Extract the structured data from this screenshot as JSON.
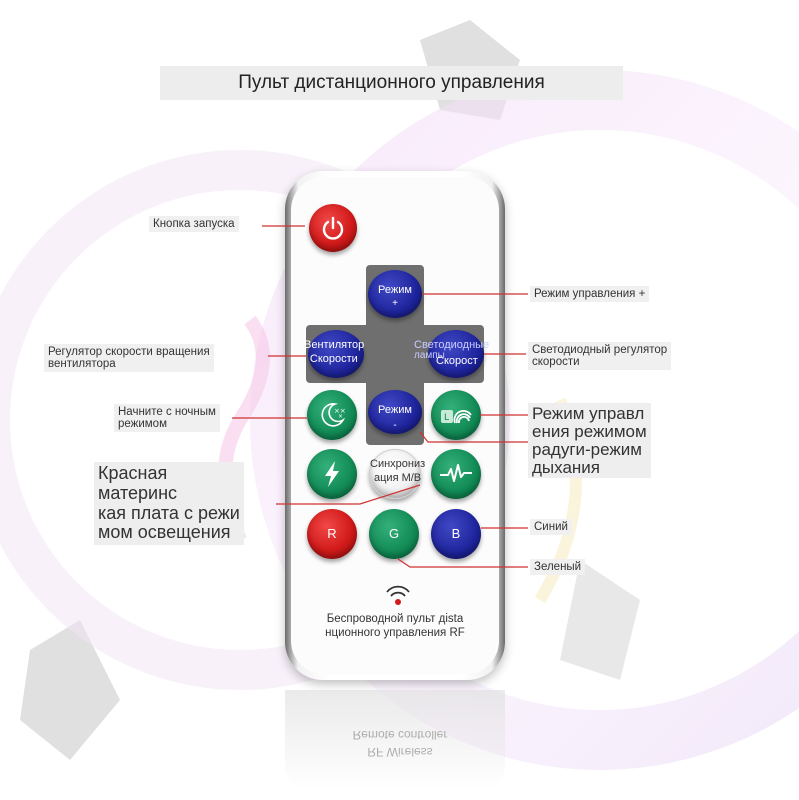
{
  "title": "Пульт дистанционного управления",
  "buttons": {
    "mode_plus": {
      "line1": "Режим",
      "line2": "+"
    },
    "mode_minus": {
      "line1": "Режим",
      "line2": "-"
    },
    "fan_speed": {
      "line1": "Вентилятор",
      "line2": "| Скорости"
    },
    "led_speed": {
      "line1": "Светодиодные",
      "line2": "лампы",
      "line3": "Скорост"
    },
    "l_button": "L",
    "sync_button": {
      "line1": "Синхрониз",
      "line2": "ация M/B"
    },
    "r_button": "R",
    "g_button": "G",
    "b_button": "B"
  },
  "labels": {
    "power": "Кнопка запуска",
    "mode_plus": "Режим управления +",
    "fan_speed": [
      "Регулятор скорости вращения",
      "вентилятора"
    ],
    "led_speed": [
      "Светодиодный регулятор",
      "скорости"
    ],
    "night_mode": [
      "Начните с ночным",
      "режимом"
    ],
    "rainbow_breath": [
      "Режим управл",
      "ения режимом",
      "радуги-режим",
      "дыхания"
    ],
    "motherboard": [
      "Красная",
      "материнс",
      "кая плата с режи",
      "мом освещения"
    ],
    "blue": "Синий",
    "green": "Зеленый"
  },
  "caption": [
    "Беспроводной пульт дista",
    "нционного управления RF"
  ],
  "reflection": [
    "Remote controller",
    "RF Wireless"
  ],
  "colors": {
    "red": "#d21a1a",
    "green": "#118a55",
    "blue": "#1e249c",
    "dpad": "#6f6f6f",
    "leader_line": "#d03030"
  }
}
